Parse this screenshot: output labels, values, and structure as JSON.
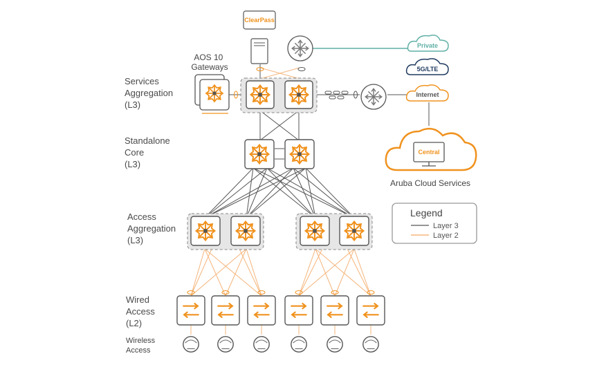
{
  "tiers": {
    "services": [
      "Services",
      "Aggregation",
      "(L3)"
    ],
    "core": [
      "Standalone",
      "Core",
      "(L3)"
    ],
    "access_agg": [
      "Access",
      "Aggregation",
      "(L3)"
    ],
    "wired": [
      "Wired",
      "Access",
      "(L2)"
    ],
    "wireless": [
      "Wireless",
      "Access"
    ]
  },
  "gateways_label": [
    "AOS 10",
    "Gateways"
  ],
  "clearpass_label": "ClearPass",
  "clouds": {
    "private": "Private",
    "lte": "5G/LTE",
    "internet": "Internet",
    "central": "Central",
    "aruba_cloud": "Aruba Cloud Services"
  },
  "legend": {
    "title": "Legend",
    "items": [
      {
        "label": "Layer 3",
        "color": "#555555"
      },
      {
        "label": "Layer 2",
        "color": "#f5a860"
      }
    ]
  },
  "colors": {
    "orange": "#f0921e",
    "gray_line": "#555555",
    "teal": "#5fb0a6",
    "navy": "#1f3a5f"
  }
}
